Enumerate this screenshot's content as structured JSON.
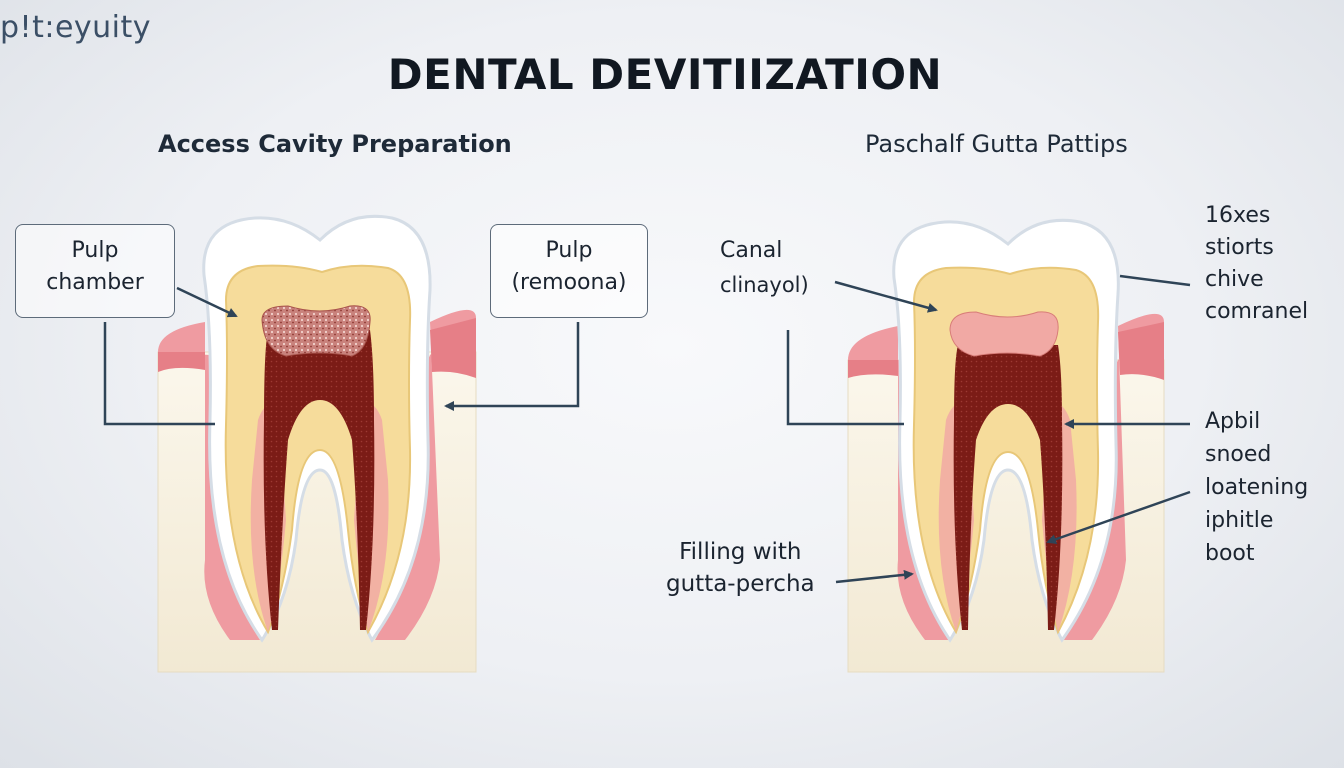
{
  "brand": "p!t:eyuity",
  "title": "DENTAL DEVITIIZATION",
  "panels": {
    "left": {
      "subtitle": "Access Cavity Preparation",
      "box_left": {
        "line1": "Pulp",
        "line2": "chamber"
      },
      "box_right": {
        "line1": "Pulp",
        "line2": "(remoona)"
      }
    },
    "right": {
      "subtitle": "Paschalf Gutta Pattips",
      "canal": {
        "line1": "Canal",
        "line2": "clinayol)"
      },
      "filling": {
        "line1": "Filling with",
        "line2": "gutta-percha"
      },
      "right_top": {
        "line1": "16xes",
        "line2": "stiorts",
        "line3": "chive",
        "line4": "comranel"
      },
      "right_bottom": {
        "line1": "Apbil",
        "line2": "snoed",
        "line3": "loatening",
        "line4": "iphitle",
        "line5": "boot"
      }
    }
  },
  "colors": {
    "enamel": "#ffffff",
    "dentin": "#f6dc9b",
    "gum": "#ef9ba1",
    "pulp": "#7a1a14",
    "bone": "#f7f0dd",
    "line": "#2f4457"
  }
}
